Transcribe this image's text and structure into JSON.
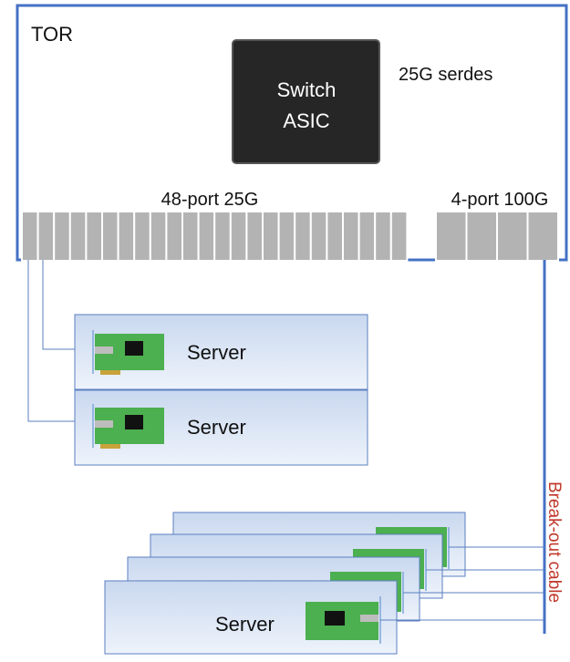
{
  "tor": {
    "label": "TOR",
    "asic_line1": "Switch",
    "asic_line2": "ASIC",
    "serdes_label": "25G serdes",
    "ports_25g_label": "48-port 25G",
    "ports_100g_label": "4-port 100G"
  },
  "servers": {
    "label": "Server"
  },
  "breakout": {
    "label": "Break-out cable"
  },
  "colors": {
    "tor_border": "#4472c4",
    "asic_fill": "#262626",
    "port_fill": "#b3b3b3",
    "server_fill": "#dce6f5",
    "server_border": "#5b7fc0",
    "nic_fill": "#4caf50",
    "breakout_text": "#c0392b"
  }
}
